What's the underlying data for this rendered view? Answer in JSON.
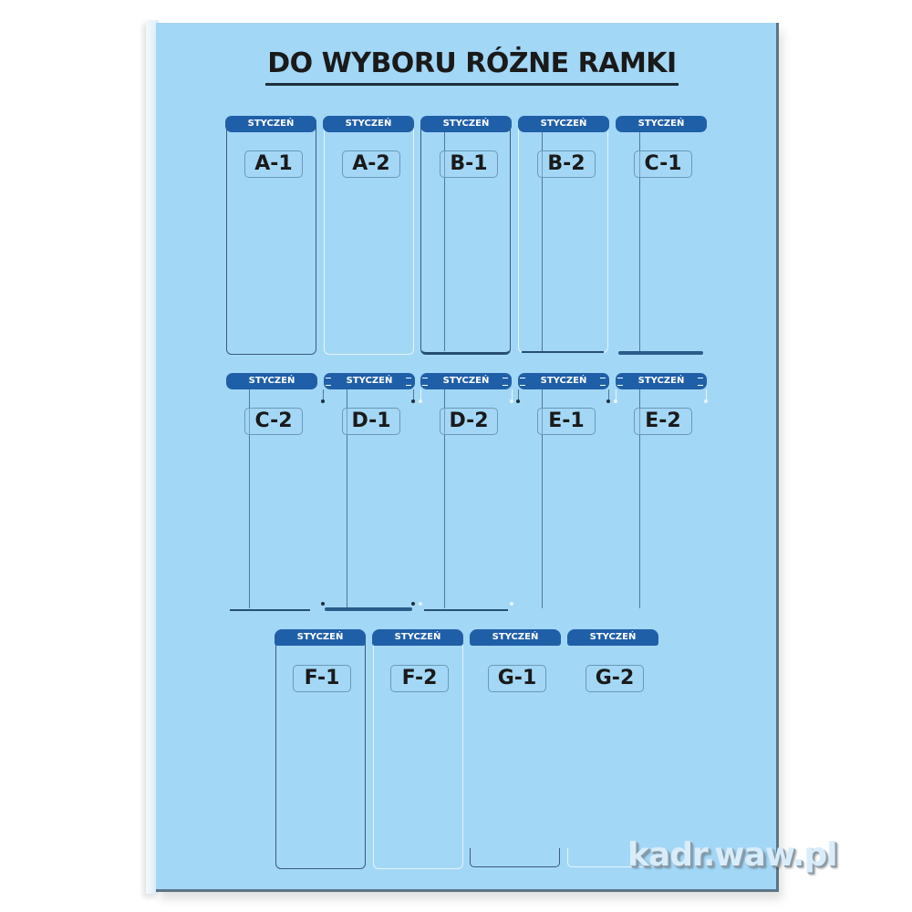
{
  "title": "DO WYBORU RÓŻNE RAMKI",
  "tab_label": "STYCZEŃ",
  "frames": [
    {
      "code": "A-1",
      "style": "dark-full"
    },
    {
      "code": "A-2",
      "style": "light-full"
    },
    {
      "code": "B-1",
      "style": "dark-full-thick-bottom"
    },
    {
      "code": "B-2",
      "style": "light-full-bottom"
    },
    {
      "code": "C-1",
      "style": "bottom-bar-only"
    },
    {
      "code": "C-2",
      "style": "bottom-line-only"
    },
    {
      "code": "D-1",
      "style": "hook-thick"
    },
    {
      "code": "D-2",
      "style": "hook-light"
    },
    {
      "code": "E-1",
      "style": "hangers-dark"
    },
    {
      "code": "E-2",
      "style": "hangers-light"
    },
    {
      "code": "F-1",
      "style": "dark-full"
    },
    {
      "code": "F-2",
      "style": "light-full"
    },
    {
      "code": "G-1",
      "style": "dark-bottom-corners"
    },
    {
      "code": "G-2",
      "style": "light-bottom-corners"
    }
  ],
  "labels": {
    "a1": "A-1",
    "a2": "A-2",
    "b1": "B-1",
    "b2": "B-2",
    "c1": "C-1",
    "c2": "C-2",
    "d1": "D-1",
    "d2": "D-2",
    "e1": "E-1",
    "e2": "E-2",
    "f1": "F-1",
    "f2": "F-2",
    "g1": "G-1",
    "g2": "G-2"
  },
  "watermark": "kadr.waw.pl",
  "colors": {
    "board": "#a3d7f6",
    "tab": "#1f5fa8",
    "frame_dark": "#3a5c78",
    "frame_light": "#e6f4fd"
  }
}
